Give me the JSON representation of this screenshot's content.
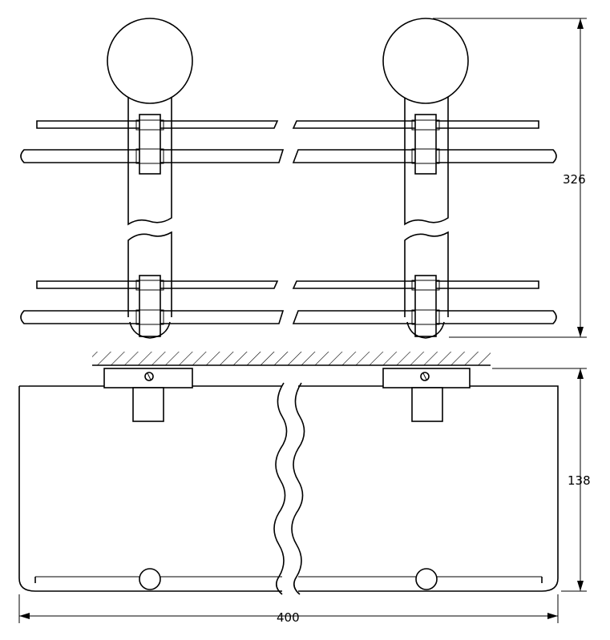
{
  "drawing": {
    "dimensions": {
      "height_top": "326",
      "height_front": "138",
      "width": "400"
    }
  }
}
